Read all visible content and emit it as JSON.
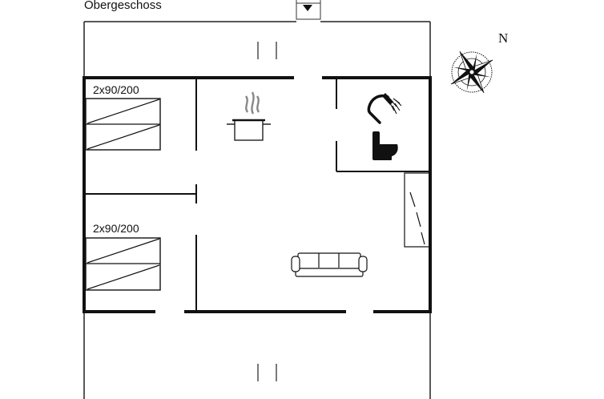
{
  "floor_label": "Obergeschoss",
  "north_label": "N",
  "bedrooms": [
    {
      "label": "2x90/200"
    },
    {
      "label": "2x90/200"
    }
  ],
  "icons": [
    "stairs-arrow-icon",
    "kitchen-pot-icon",
    "shower-icon",
    "toilet-icon",
    "sofa-icon",
    "compass-rose-icon"
  ]
}
